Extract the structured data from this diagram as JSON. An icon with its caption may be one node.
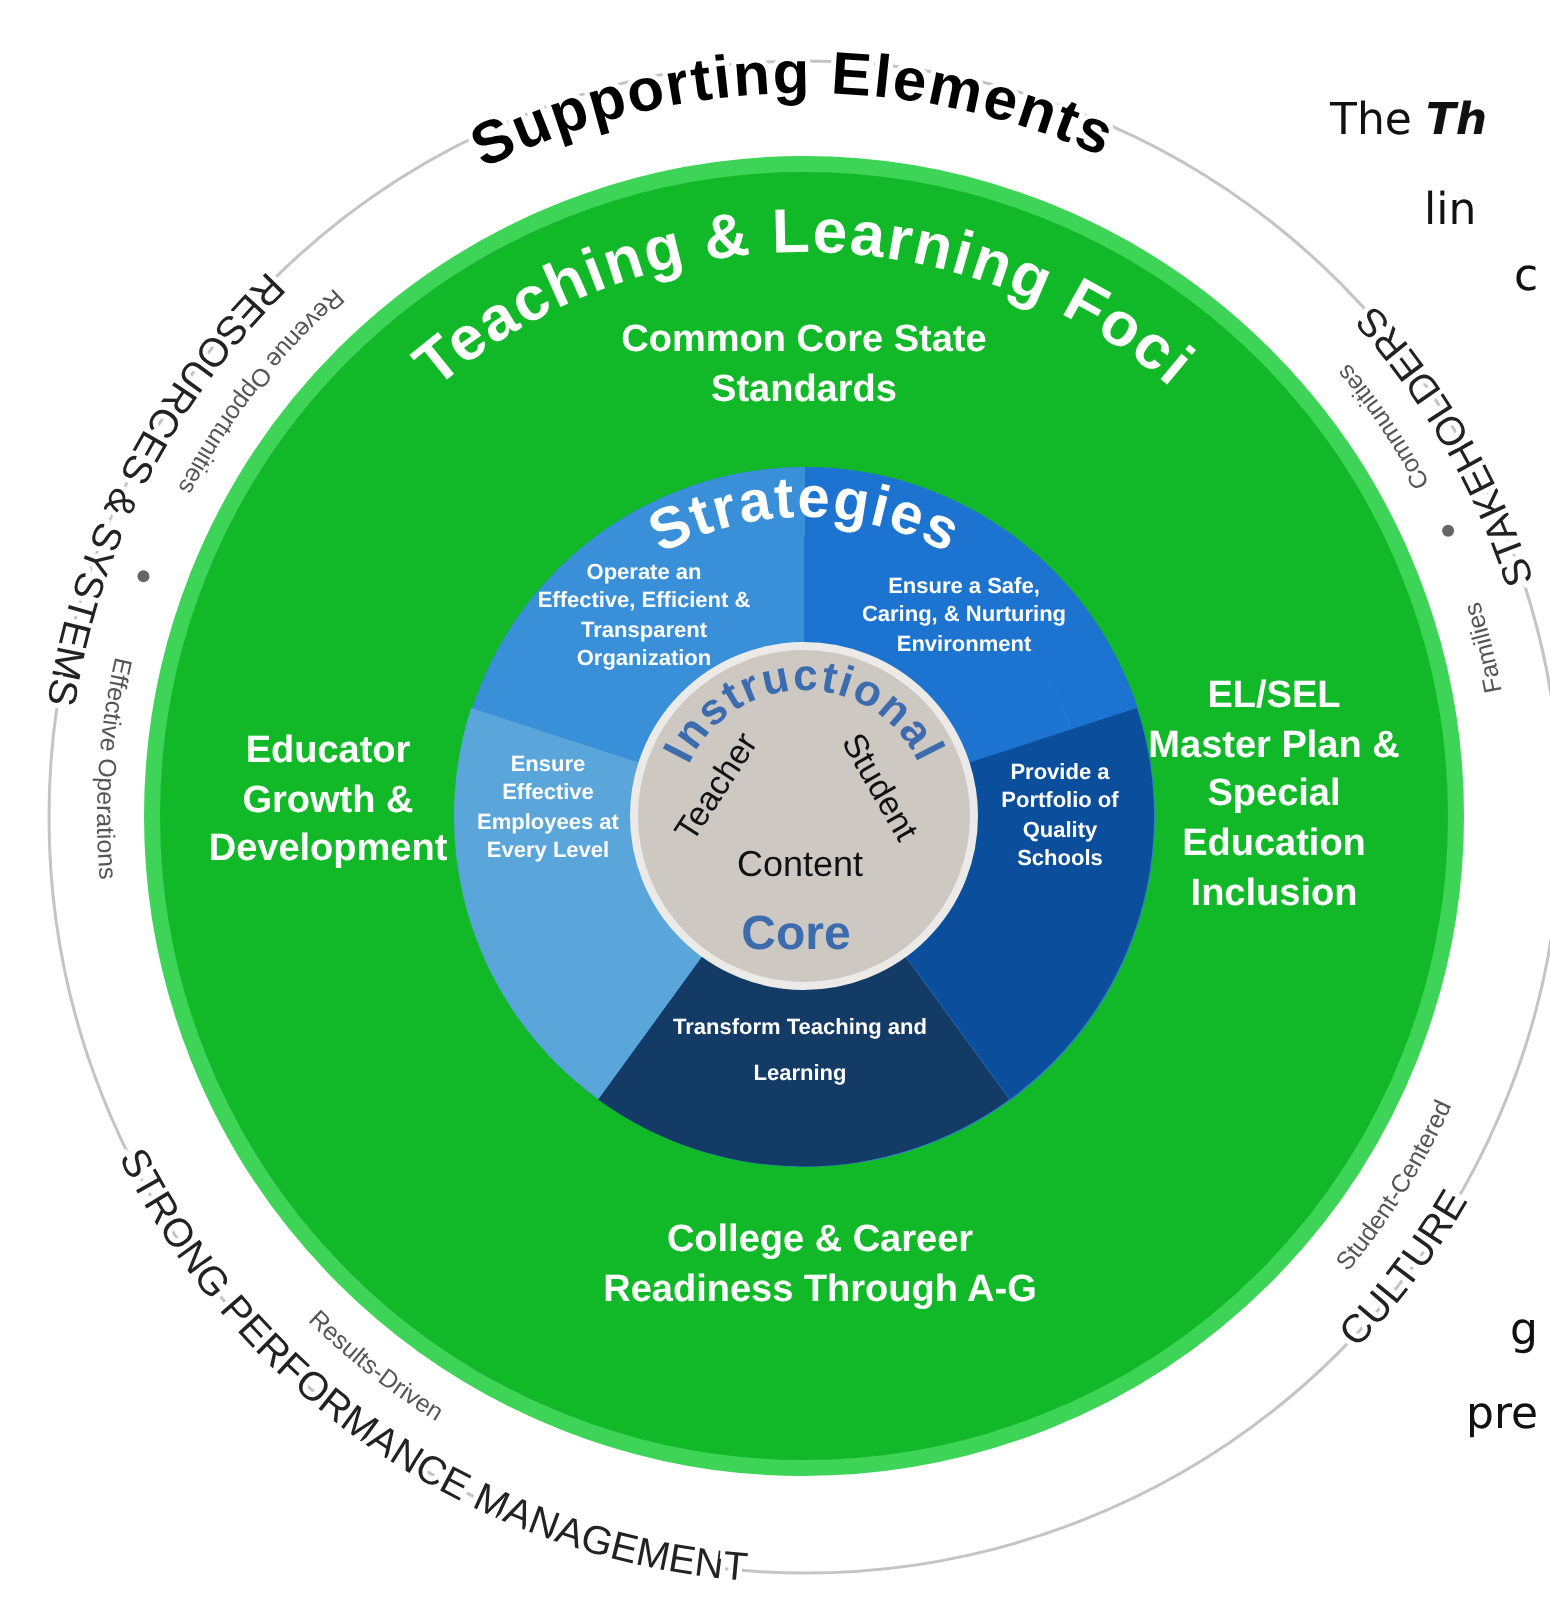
{
  "diagram": {
    "nodes": [
      {
        "text": [
          "Supporting Elements",
          "RESOURCES & SYSTEMS",
          "Revenue Opportunities",
          "Effective Operations",
          "STAKEHOLDERS",
          "Families",
          "Communities",
          "STRONG PERFORMANCE MANAGEMENT",
          "Results-Driven",
          "CULTURE",
          "Student-Centered"
        ]
      },
      {
        "text": [
          "Teaching & Learning Foci",
          "Common Core State Standards",
          "Educator Growth & Development",
          "EL/SEL Master Plan & Special Education Inclusion",
          "College & Career Readiness Through A-G"
        ],
        "in": 0
      },
      {
        "text": [
          "Strategies"
        ],
        "in": 1
      },
      {
        "text": [
          "Operate an Effective, Efficient & Transparent Organization"
        ],
        "in": 2
      },
      {
        "text": [
          "Ensure a Safe, Caring, & Nurturing Environment"
        ],
        "in": 2
      },
      {
        "text": [
          "Provide a Portfolio of Quality Schools"
        ],
        "in": 2
      },
      {
        "text": [
          "Transform Teaching and Learning"
        ],
        "in": 2
      },
      {
        "text": [
          "Ensure Effective Employees at Every Level"
        ],
        "in": 2
      },
      {
        "text": [
          "Instructional",
          "Teacher",
          "Student",
          "Content",
          "Core"
        ],
        "in": 2
      }
    ],
    "labels": [
      "The *Th*",
      "lin",
      "c",
      "g",
      "pre"
    ]
  }
}
